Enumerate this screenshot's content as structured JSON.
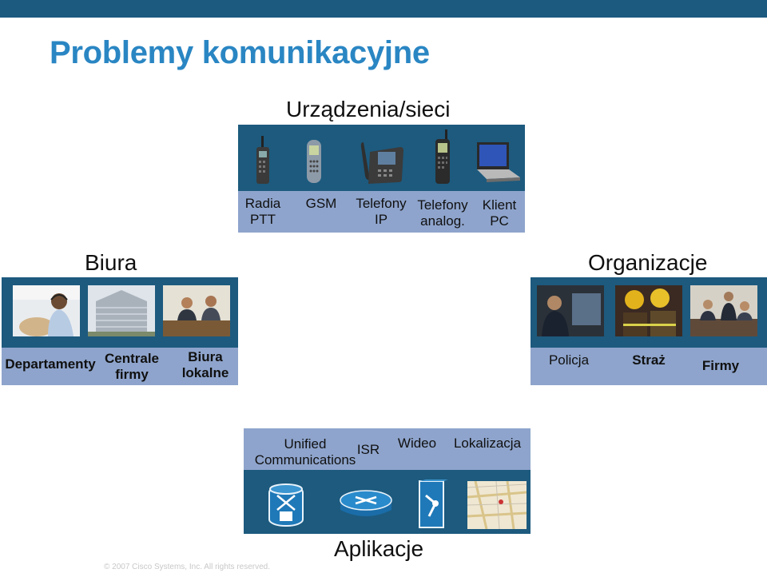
{
  "slide": {
    "title": "Problemy komunikacyjne",
    "footer": "© 2007 Cisco Systems, Inc. All rights reserved."
  },
  "devices": {
    "title": "Urządzenia/sieci",
    "items": [
      {
        "icon": "radio-ptt-icon",
        "label": "Radia\nPTT"
      },
      {
        "icon": "gsm-phone-icon",
        "label": "GSM"
      },
      {
        "icon": "ip-phone-icon",
        "label": "Telefony\nIP"
      },
      {
        "icon": "analog-phone-icon",
        "label": "Telefony\nanalog."
      },
      {
        "icon": "laptop-icon",
        "label": "Klient\nPC"
      }
    ]
  },
  "offices": {
    "title": "Biura",
    "items": [
      {
        "icon": "headset-operator-photo",
        "label": "Departamenty"
      },
      {
        "icon": "office-building-photo",
        "label": "Centrale\nfirmy"
      },
      {
        "icon": "meeting-photo",
        "label": "Biura\nlokalne"
      }
    ]
  },
  "organizations": {
    "title": "Organizacje",
    "items": [
      {
        "icon": "police-photo",
        "label": "Policja"
      },
      {
        "icon": "firefighters-photo",
        "label": "Straż"
      },
      {
        "icon": "business-team-photo",
        "label": "Firmy"
      }
    ]
  },
  "applications": {
    "title": "Aplikacje",
    "items": [
      {
        "icon": "unified-communications-icon",
        "label": "Unified\nCommunications"
      },
      {
        "icon": "isr-router-icon",
        "label": "ISR"
      },
      {
        "icon": "video-icon",
        "label": "Wideo"
      },
      {
        "icon": "map-icon",
        "label": "Lokalizacja"
      }
    ]
  },
  "colors": {
    "title": "#2a86c3",
    "topbar": "#1c5a80",
    "panel_dark": "#1d5a7e",
    "panel_label": "#8ea4cc"
  }
}
